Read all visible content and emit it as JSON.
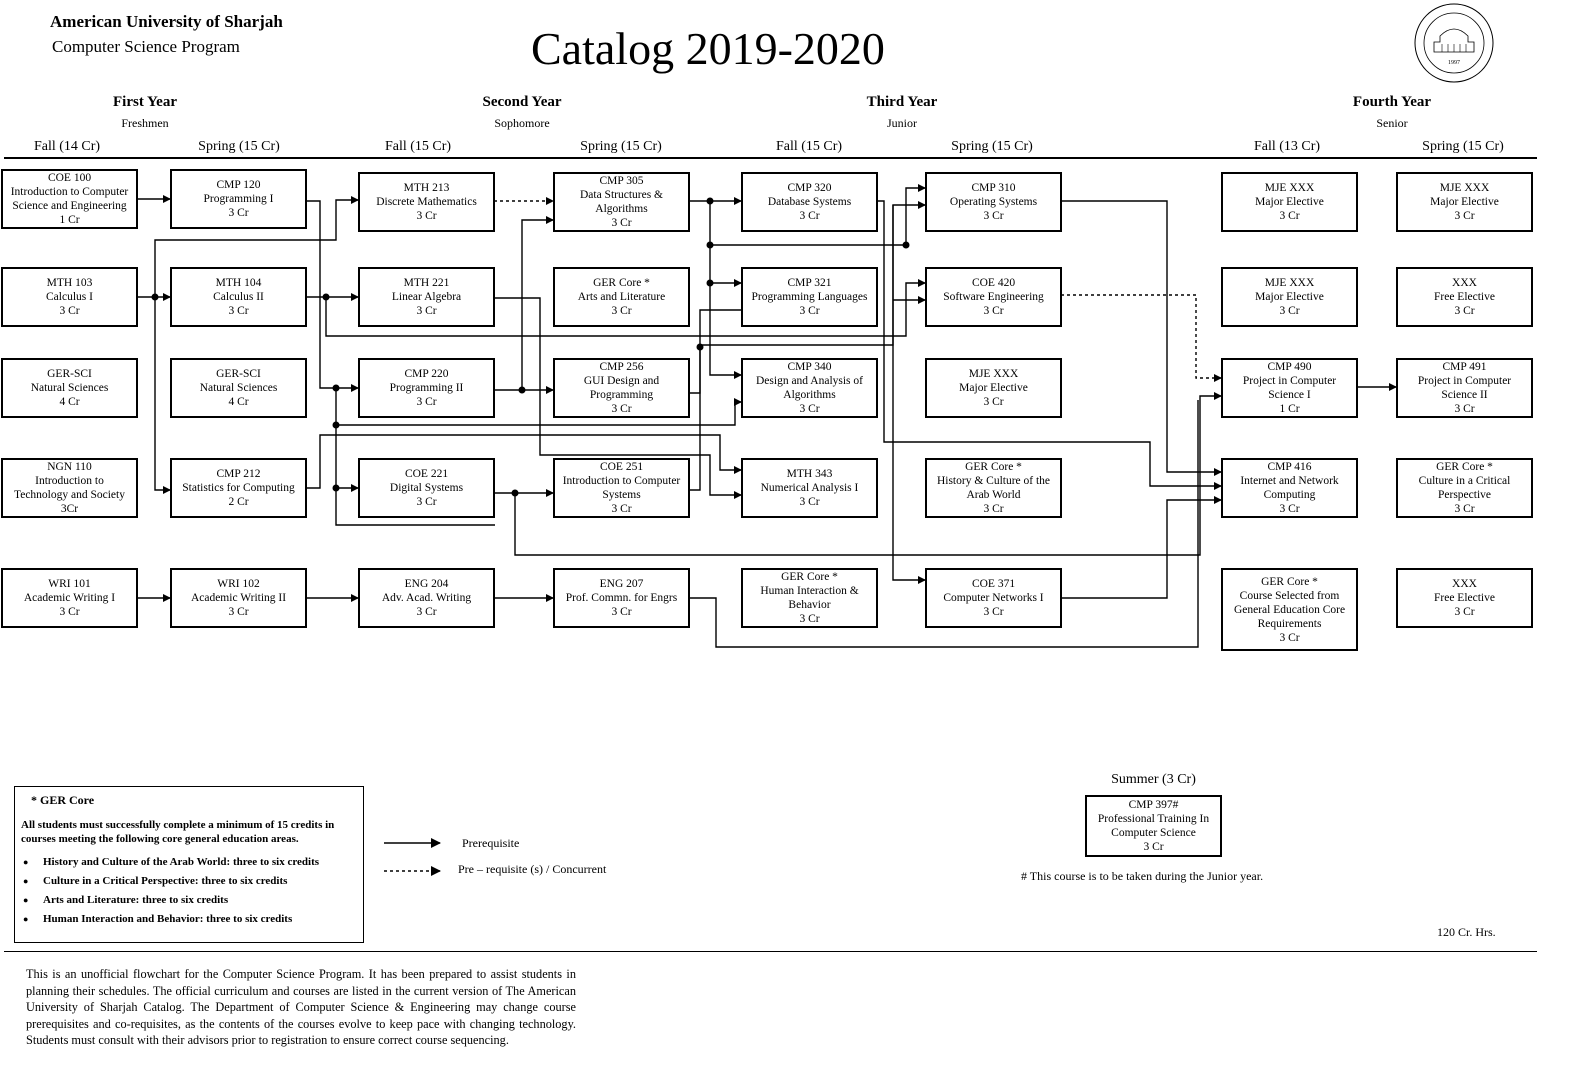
{
  "header": {
    "university": "American University of Sharjah",
    "program": "Computer Science Program",
    "catalog": "Catalog 2019-2020"
  },
  "years": [
    {
      "title": "First Year",
      "sub": "Freshmen"
    },
    {
      "title": "Second Year",
      "sub": "Sophomore"
    },
    {
      "title": "Third Year",
      "sub": "Junior"
    },
    {
      "title": "Fourth Year",
      "sub": "Senior"
    }
  ],
  "semesters": [
    "Fall (14 Cr)",
    "Spring (15 Cr)",
    "Fall (15 Cr)",
    "Spring (15 Cr)",
    "Fall (15 Cr)",
    "Spring (15 Cr)",
    "Fall (13 Cr)",
    "Spring (15 Cr)"
  ],
  "courses": {
    "coe100": [
      "COE 100",
      "Introduction to Computer",
      "Science and Engineering",
      "1 Cr"
    ],
    "mth103": [
      "MTH 103",
      "Calculus I",
      "3 Cr"
    ],
    "gersci1": [
      "GER-SCI",
      "Natural Sciences",
      "4 Cr"
    ],
    "ngn110": [
      "NGN 110",
      "Introduction to",
      "Technology and Society",
      "3Cr"
    ],
    "wri101": [
      "WRI 101",
      "Academic Writing I",
      "3 Cr"
    ],
    "cmp120": [
      "CMP 120",
      "Programming I",
      "3 Cr"
    ],
    "mth104": [
      "MTH 104",
      "Calculus II",
      "3 Cr"
    ],
    "gersci2": [
      "GER-SCI",
      "Natural Sciences",
      "4 Cr"
    ],
    "cmp212": [
      "CMP 212",
      "Statistics for Computing",
      "2 Cr"
    ],
    "wri102": [
      "WRI 102",
      "Academic Writing II",
      "3 Cr"
    ],
    "mth213": [
      "MTH 213",
      "Discrete Mathematics",
      "3 Cr"
    ],
    "mth221": [
      "MTH 221",
      "Linear Algebra",
      "3 Cr"
    ],
    "cmp220": [
      "CMP 220",
      "Programming II",
      "3 Cr"
    ],
    "coe221": [
      "COE 221",
      "Digital Systems",
      "3 Cr"
    ],
    "eng204": [
      "ENG 204",
      "Adv. Acad. Writing",
      "3 Cr"
    ],
    "cmp305": [
      "CMP 305",
      "Data Structures &",
      "Algorithms",
      "3 Cr"
    ],
    "gerart": [
      "GER Core *",
      "Arts and Literature",
      "3 Cr"
    ],
    "cmp256": [
      "CMP 256",
      "GUI Design and",
      "Programming",
      "3 Cr"
    ],
    "coe251": [
      "COE 251",
      "Introduction to Computer",
      "Systems",
      "3 Cr"
    ],
    "eng207": [
      "ENG 207",
      "Prof. Commn. for Engrs",
      "3 Cr"
    ],
    "cmp320": [
      "CMP 320",
      "Database Systems",
      "3 Cr"
    ],
    "cmp321": [
      "CMP 321",
      "Programming Languages",
      "3 Cr"
    ],
    "cmp340": [
      "CMP 340",
      "Design and Analysis of",
      "Algorithms",
      "3 Cr"
    ],
    "mth343": [
      "MTH 343",
      "Numerical Analysis I",
      "3 Cr"
    ],
    "gerhum": [
      "GER Core *",
      "Human Interaction &",
      "Behavior",
      "3 Cr"
    ],
    "cmp310": [
      "CMP 310",
      "Operating Systems",
      "3 Cr"
    ],
    "coe420": [
      "COE 420",
      "Software Engineering",
      "3 Cr"
    ],
    "mje3": [
      "MJE XXX",
      "Major Elective",
      "3 Cr"
    ],
    "gerhist": [
      "GER Core *",
      "History & Culture of the",
      "Arab World",
      "3 Cr"
    ],
    "coe371": [
      "COE 371",
      "Computer Networks I",
      "3 Cr"
    ],
    "mje4a": [
      "MJE XXX",
      "Major Elective",
      "3 Cr"
    ],
    "mje4b": [
      "MJE XXX",
      "Major Elective",
      "3 Cr"
    ],
    "cmp490": [
      "CMP 490",
      "Project in Computer",
      "Science I",
      "1 Cr"
    ],
    "cmp416": [
      "CMP 416",
      "Internet and Network",
      "Computing",
      "3 Cr"
    ],
    "gersel": [
      "GER Core *",
      "Course Selected from",
      "General Education Core",
      "Requirements",
      "3 Cr"
    ],
    "mje4c": [
      "MJE XXX",
      "Major Elective",
      "3 Cr"
    ],
    "free1": [
      "XXX",
      "Free Elective",
      "3 Cr"
    ],
    "cmp491": [
      "CMP 491",
      "Project in Computer",
      "Science II",
      "3 Cr"
    ],
    "gercrit": [
      "GER Core *",
      "Culture in a Critical",
      "Perspective",
      "3 Cr"
    ],
    "free2": [
      "XXX",
      "Free Elective",
      "3 Cr"
    ],
    "cmp397": [
      "CMP 397#",
      "Professional Training In",
      "Computer Science",
      "3 Cr"
    ]
  },
  "summer": {
    "title": "Summer (3 Cr)",
    "note": "# This course is to be taken during the Junior year."
  },
  "legend": {
    "title": "*  GER Core",
    "desc": "All students must successfully complete a minimum of 15 credits in courses meeting the following core general education areas.",
    "items": [
      "History and Culture of the Arab World: three to six credits",
      "Culture in a Critical Perspective: three to six credits",
      "Arts and Literature: three to six credits",
      "Human Interaction and Behavior: three to six credits"
    ]
  },
  "key": {
    "prereq": "Prerequisite",
    "concurrent": "Pre – requisite (s) / Concurrent"
  },
  "total": "120 Cr. Hrs.",
  "footer": "This is an unofficial flowchart for the Computer Science Program. It has been prepared to assist students in planning their schedules. The official curriculum and courses are listed in the current version of The American University of Sharjah Catalog. The Department of Computer Science & Engineering may change course prerequisites and co-requisites, as the contents of the courses evolve to keep pace with changing technology. Students must consult with their advisors prior to registration to ensure correct course sequencing."
}
